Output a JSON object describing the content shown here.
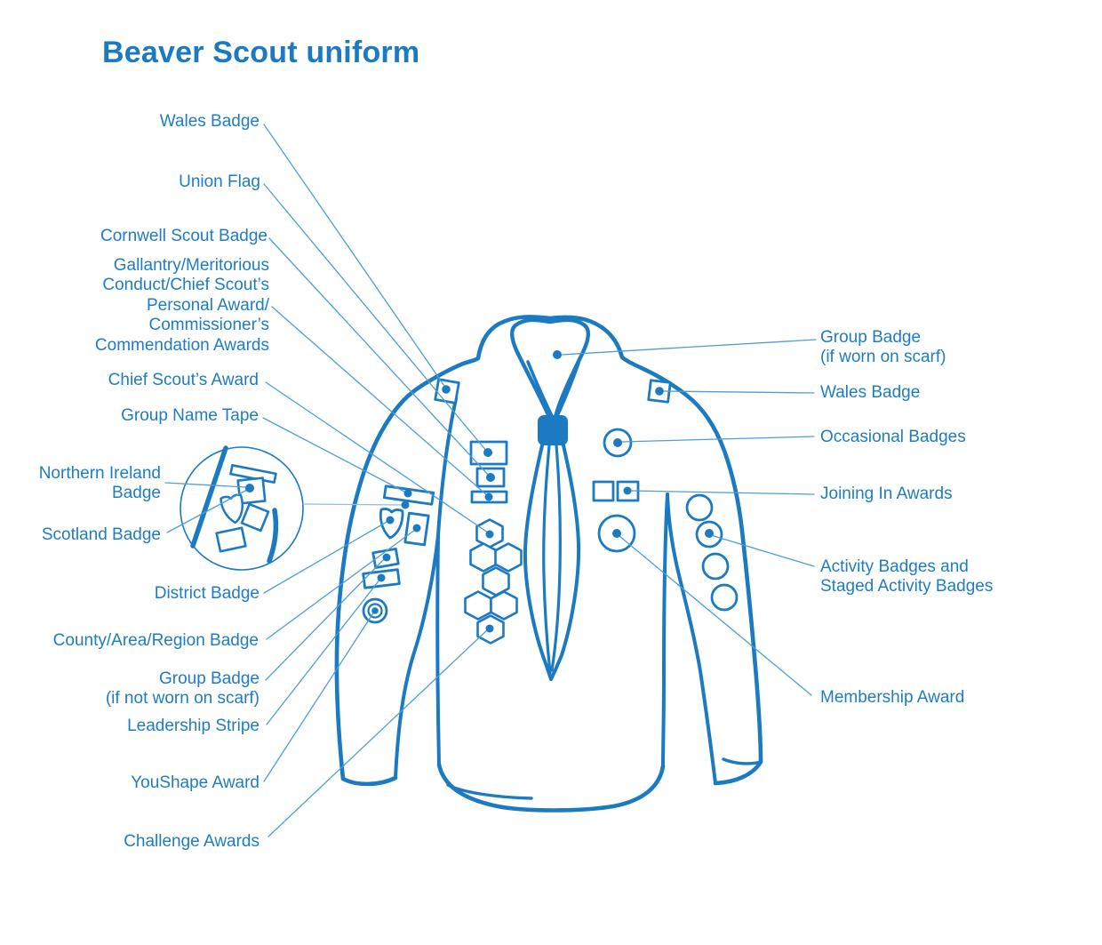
{
  "title": "Beaver Scout uniform",
  "colors": {
    "primary": "#1b7ac1",
    "label_text": "#1e7dc2",
    "callout_line": "#4f9ed4",
    "connector_line": "#8bbfe3",
    "background": "#ffffff"
  },
  "left_labels": {
    "wales": {
      "text": "Wales Badge"
    },
    "union_flag": {
      "text": "Union Flag"
    },
    "cornwell": {
      "text": "Cornwell Scout Badge"
    },
    "gallantry": {
      "line1": "Gallantry/Meritorious",
      "line2": "Conduct/Chief Scout’s",
      "line3": "Personal Award/",
      "line4": "Commissioner’s",
      "line5": "Commendation Awards"
    },
    "chief": {
      "text": "Chief Scout’s Award"
    },
    "name_tape": {
      "text": "Group Name Tape"
    },
    "northern_ireland": {
      "line1": "Northern Ireland",
      "line2": "Badge"
    },
    "scotland": {
      "text": "Scotland Badge"
    },
    "district": {
      "text": "District Badge"
    },
    "county": {
      "text": "County/Area/Region Badge"
    },
    "group_badge": {
      "line1": "Group Badge",
      "line2": "(if not worn on scarf)"
    },
    "leadership": {
      "text": "Leadership Stripe"
    },
    "youshape": {
      "text": "YouShape Award"
    },
    "challenge": {
      "text": "Challenge Awards"
    }
  },
  "right_labels": {
    "group_scarf": {
      "line1": "Group Badge",
      "line2": "(if worn on scarf)"
    },
    "wales": {
      "text": "Wales Badge"
    },
    "occasional": {
      "text": "Occasional Badges"
    },
    "joining": {
      "text": "Joining In Awards"
    },
    "activity": {
      "line1": "Activity Badges and",
      "line2": "Staged Activity Badges"
    },
    "membership": {
      "text": "Membership Award"
    }
  }
}
